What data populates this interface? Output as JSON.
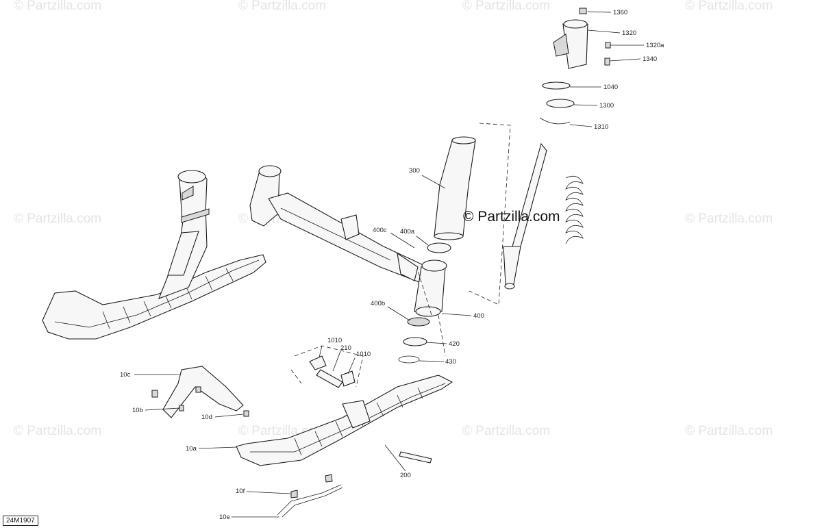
{
  "diagram": {
    "watermark_text": "© Partzilla.com",
    "main_watermark": "© Partzilla.com",
    "figure_code": "24M1907",
    "callouts": [
      "1360",
      "1320",
      "1320a",
      "1340",
      "1040",
      "1300",
      "1310",
      "300",
      "400c",
      "400a",
      "400",
      "400b",
      "420",
      "430",
      "1010",
      "210",
      "1010",
      "10c",
      "10b",
      "10d",
      "10a",
      "200",
      "10f",
      "10e"
    ]
  }
}
